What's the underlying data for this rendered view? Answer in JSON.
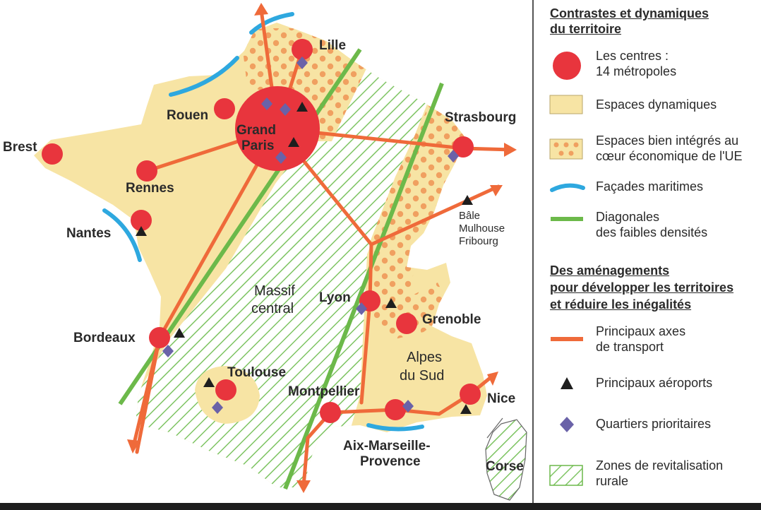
{
  "map": {
    "cities": {
      "lille": "Lille",
      "rouen": "Rouen",
      "grand_paris_1": "Grand",
      "grand_paris_2": "Paris",
      "strasbourg": "Strasbourg",
      "brest": "Brest",
      "rennes": "Rennes",
      "nantes": "Nantes",
      "bale_1": "Bâle",
      "bale_2": "Mulhouse",
      "bale_3": "Fribourg",
      "lyon": "Lyon",
      "grenoble": "Grenoble",
      "bordeaux": "Bordeaux",
      "toulouse": "Toulouse",
      "montpellier": "Montpellier",
      "nice": "Nice",
      "aix_1": "Aix-Marseille-",
      "aix_2": "Provence",
      "corse": "Corse"
    },
    "regions": {
      "massif_1": "Massif",
      "massif_2": "central",
      "alpes_1": "Alpes",
      "alpes_2": "du Sud"
    },
    "colors": {
      "land": "#f7e4a4",
      "metropole": "#e8353d",
      "orange_dots": "#f0a060",
      "transport": "#ef6a3a",
      "facade": "#2ea8df",
      "diagonal": "#6cb94a",
      "hatch": "#7ec463",
      "quartier": "#6a62a8",
      "airport": "#1e1e1e"
    }
  },
  "legend": {
    "section1_line1": "Contrastes et dynamiques",
    "section1_line2": "du territoire",
    "items1": [
      {
        "icon": "metropole-circle-icon",
        "line1": "Les centres :",
        "line2": "14 métropoles"
      },
      {
        "icon": "dynamic-space-swatch-icon",
        "line1": "Espaces dynamiques",
        "line2": ""
      },
      {
        "icon": "integrated-space-swatch-icon",
        "line1": "Espaces bien intégrés au",
        "line2": "cœur économique de l'UE"
      },
      {
        "icon": "maritime-facade-icon",
        "line1": "Façades maritimes",
        "line2": ""
      },
      {
        "icon": "low-density-diagonal-icon",
        "line1": "Diagonales",
        "line2": "des faibles densités"
      }
    ],
    "section2_line1": "Des aménagements",
    "section2_line2": "pour développer les territoires",
    "section2_line3": "et réduire les inégalités",
    "items2": [
      {
        "icon": "transport-axis-icon",
        "line1": "Principaux axes",
        "line2": "de transport"
      },
      {
        "icon": "airport-triangle-icon",
        "line1": "Principaux aéroports",
        "line2": ""
      },
      {
        "icon": "priority-district-diamond-icon",
        "line1": "Quartiers prioritaires",
        "line2": ""
      },
      {
        "icon": "rural-revitalization-hatch-icon",
        "line1": "Zones de revitalisation",
        "line2": "rurale"
      }
    ]
  }
}
